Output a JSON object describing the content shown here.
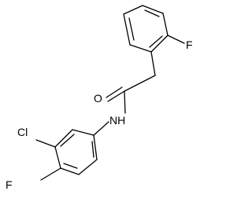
{
  "atoms": {
    "fluorine_top": "F",
    "oxygen": "O",
    "amide_nitrogen": "NH",
    "chlorine": "Cl",
    "fluorine_bottom": "F"
  },
  "colors": {
    "bond": "#000000",
    "label": "#000000",
    "background": "#ffffff"
  }
}
